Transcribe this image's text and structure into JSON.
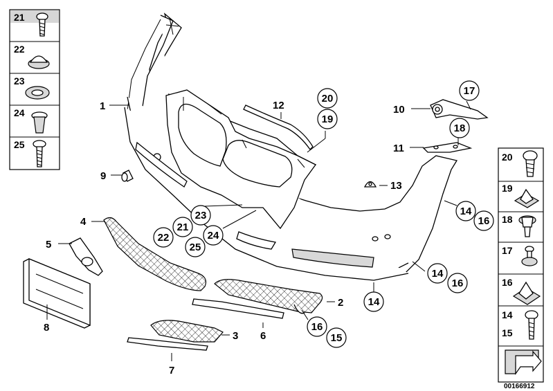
{
  "diagram": {
    "document_number": "00166912",
    "main_labels": [
      "1",
      "2",
      "3",
      "4",
      "5",
      "6",
      "7",
      "8",
      "9",
      "10",
      "11",
      "12",
      "13"
    ],
    "circle_labels": [
      "14",
      "15",
      "16",
      "17",
      "18",
      "19",
      "20",
      "21",
      "22",
      "23",
      "24",
      "25"
    ],
    "left_legend": [
      "21",
      "22",
      "23",
      "24",
      "25"
    ],
    "right_legend": [
      "20",
      "19",
      "18",
      "17",
      "16",
      "14",
      "15"
    ]
  }
}
